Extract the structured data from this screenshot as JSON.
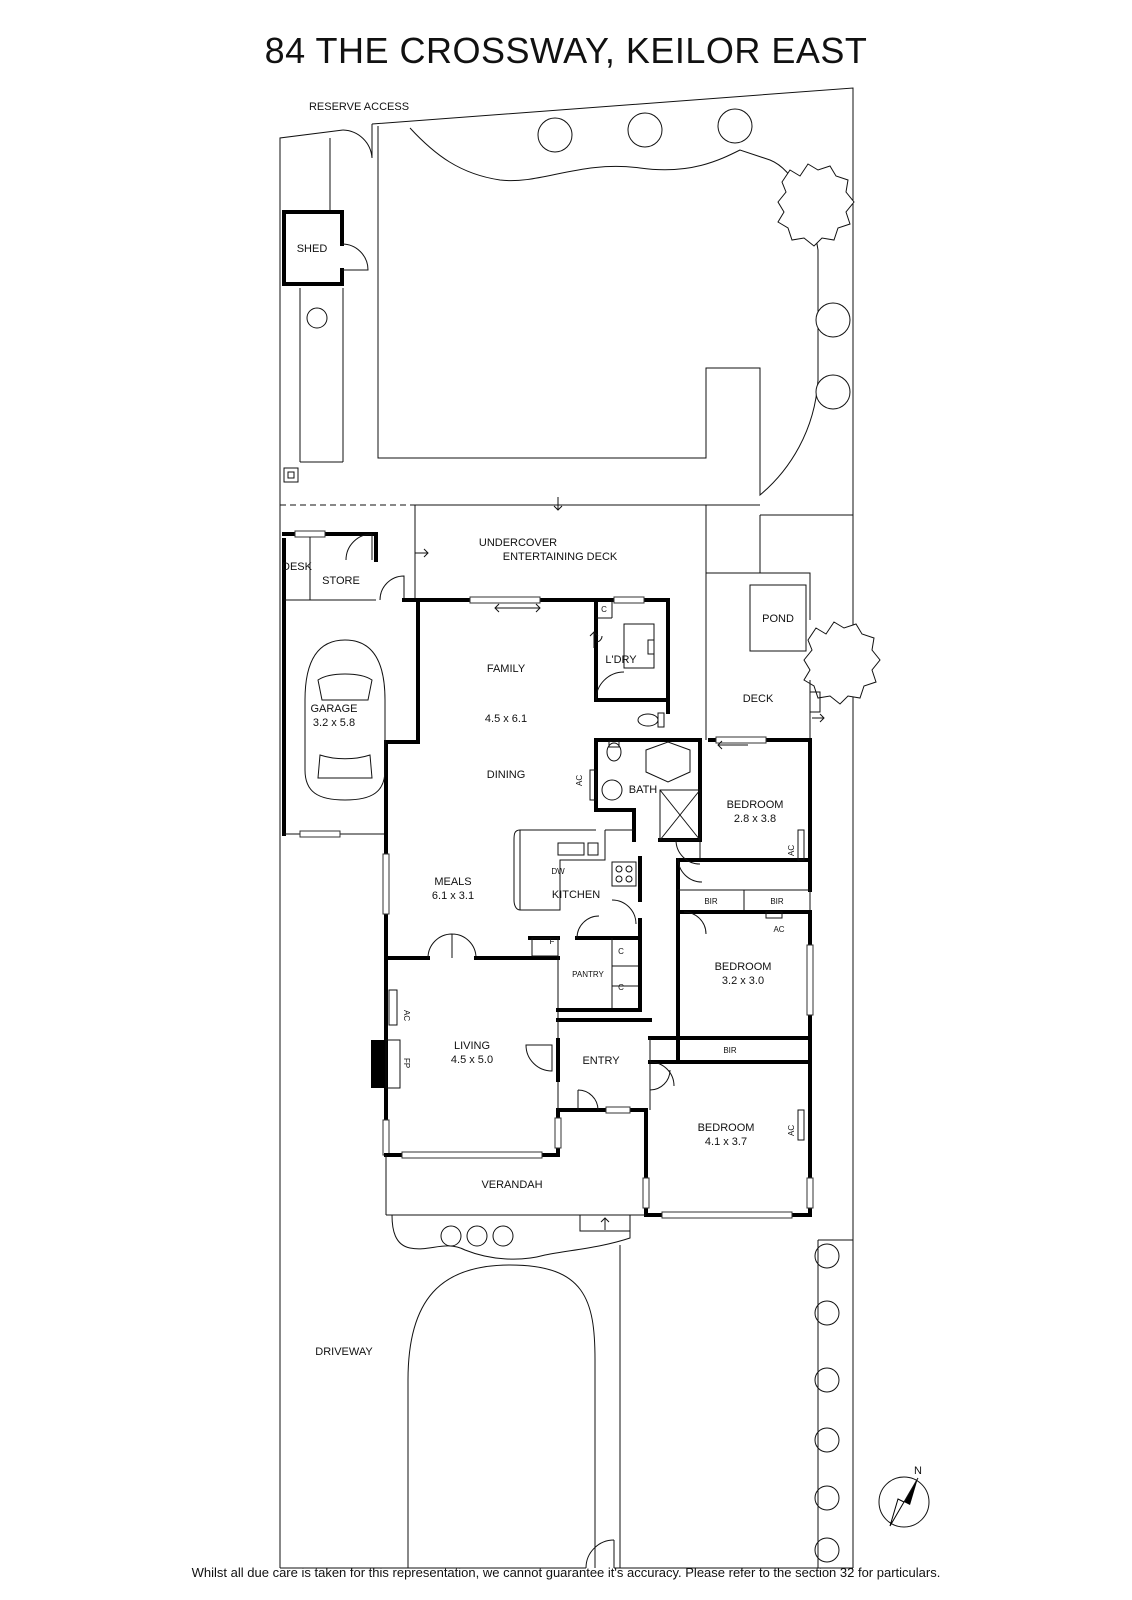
{
  "title": "84 THE CROSSWAY, KEILOR EAST",
  "disclaimer": "Whilst all due care is taken for this representation, we cannot guarantee it's accuracy. Please refer to the section 32 for particulars.",
  "compass": {
    "label": "N",
    "icon": "north-arrow-icon"
  },
  "labels": {
    "reserve_access": "RESERVE ACCESS",
    "shed": "SHED",
    "undercover_1": "UNDERCOVER",
    "undercover_2": "ENTERTAINING DECK",
    "desk": "DESK",
    "store": "STORE",
    "pond": "POND",
    "deck": "DECK",
    "driveway": "DRIVEWAY",
    "verandah": "VERANDAH",
    "entry": "ENTRY",
    "kitchen": "KITCHEN",
    "pantry": "PANTRY",
    "ldry": "L'DRY",
    "bath": "BATH",
    "dining": "DINING"
  },
  "rooms": {
    "garage": {
      "name": "GARAGE",
      "dims": "3.2 x 5.8"
    },
    "family": {
      "name": "FAMILY",
      "dims": "4.5 x 6.1"
    },
    "meals": {
      "name": "MEALS",
      "dims": "6.1 x 3.1"
    },
    "living": {
      "name": "LIVING",
      "dims": "4.5 x 5.0"
    },
    "bedroom1": {
      "name": "BEDROOM",
      "dims": "2.8 x 3.8"
    },
    "bedroom2": {
      "name": "BEDROOM",
      "dims": "3.2 x 3.0"
    },
    "bedroom3": {
      "name": "BEDROOM",
      "dims": "4.1 x 3.7"
    }
  },
  "small_labels": {
    "ac": "AC",
    "fp": "FP",
    "bir": "BIR",
    "c": "C",
    "f": "F",
    "dw": "DW"
  }
}
